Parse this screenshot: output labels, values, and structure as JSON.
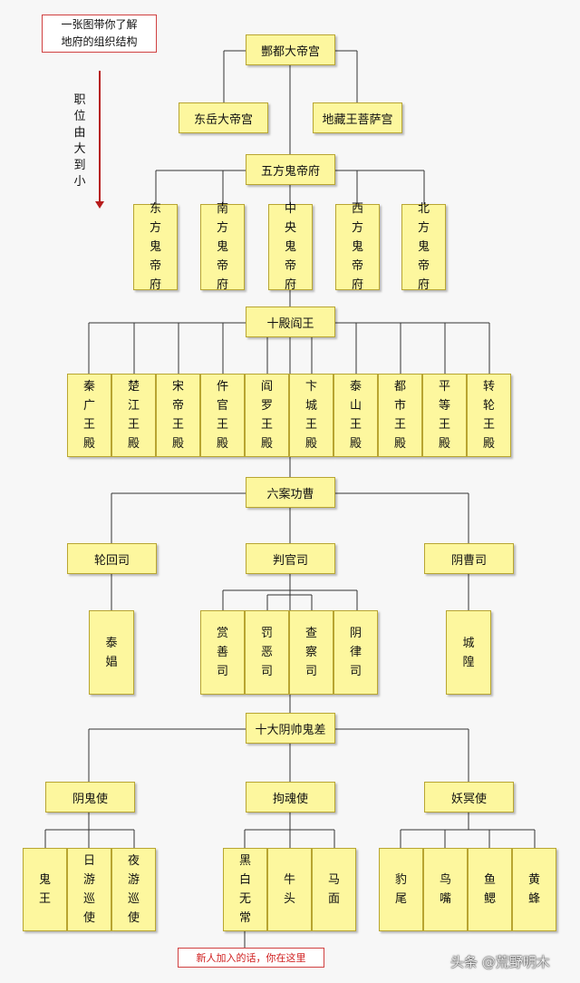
{
  "legend": {
    "line1": "一张图带你了解",
    "line2": "地府的组织结构"
  },
  "direction_note": [
    "职",
    "位",
    "由",
    "大",
    "到",
    "小"
  ],
  "colors": {
    "box_fill": "#fdf79e",
    "box_border": "#b8a531",
    "line": "#333333",
    "arrow": "#b71c1c",
    "note_text": "#d02020"
  },
  "nodes": {
    "fengdu": "酆都大帝宫",
    "dongyue": "东岳大帝宫",
    "dizang": "地藏王菩萨宫",
    "wufang": "五方鬼帝府",
    "five_emperors": [
      "东方鬼帝府",
      "南方鬼帝府",
      "中央鬼帝府",
      "西方鬼帝府",
      "北方鬼帝府"
    ],
    "shidian": "十殿阎王",
    "ten_kings": [
      "秦广王殿",
      "楚江王殿",
      "宋帝王殿",
      "仵官王殿",
      "阎罗王殿",
      "卞城王殿",
      "泰山王殿",
      "都市王殿",
      "平等王殿",
      "转轮王殿"
    ],
    "liuan": "六案功曹",
    "lunhui": "轮回司",
    "panguan": "判官司",
    "yincao": "阴曹司",
    "taichang": "泰娼",
    "judges": [
      "赏善司",
      "罚恶司",
      "查察司",
      "阴律司"
    ],
    "chenghuang": "城隍",
    "shida": "十大阴帅鬼差",
    "yingui": "阴鬼使",
    "gouhun": "拘魂使",
    "yaoming": "妖冥使",
    "yingui_subs": [
      "鬼王",
      "日游巡使",
      "夜游巡使"
    ],
    "gouhun_subs": [
      "黑白无常",
      "牛头",
      "马面"
    ],
    "yaoming_subs": [
      "豹尾",
      "鸟嘴",
      "鱼鳃",
      "黄蜂"
    ]
  },
  "note": "新人加入的话，你在这里",
  "watermark": "头条 @荒野明木"
}
